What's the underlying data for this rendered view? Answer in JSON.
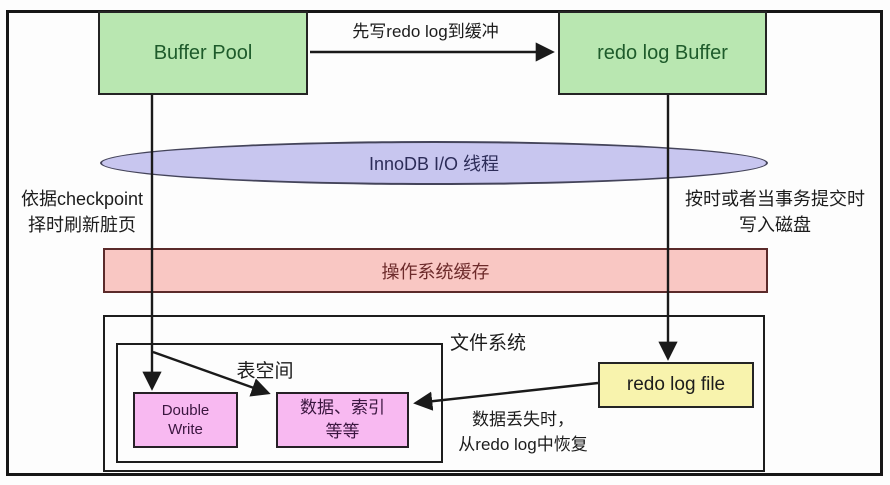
{
  "nodes": {
    "buffer_pool": "Buffer Pool",
    "redo_log_buffer": "redo log Buffer",
    "innodb_io_thread": "InnoDB I/O 线程",
    "os_cache": "操作系统缓存",
    "file_system": "文件系统",
    "tablespace": "表空间",
    "double_write": "Double\nWrite",
    "data_index": "数据、索引\n等等",
    "redo_log_file": "redo log file"
  },
  "annotations": {
    "write_redo_to_buffer": "先写redo log到缓冲",
    "checkpoint_flush": "依据checkpoint\n择时刷新脏页",
    "flush_on_time_or_commit": "按时或者当事务提交时\n写入磁盘",
    "recover_from_redo_log": "数据丢失时，\n从redo log中恢复"
  },
  "colors": {
    "green_fill": "#b9e7b1",
    "green_text": "#1e5b2b",
    "lavender_fill": "#c8c6ef",
    "lavender_text": "#2c2c58",
    "pink_bar_fill": "#f9c7c3",
    "pink_bar_text": "#6d2b2b",
    "magenta_fill": "#f8b9f1",
    "magenta_text": "#3a163f",
    "yellow_fill": "#f8f3ad",
    "line_color": "#1a1a1a"
  }
}
